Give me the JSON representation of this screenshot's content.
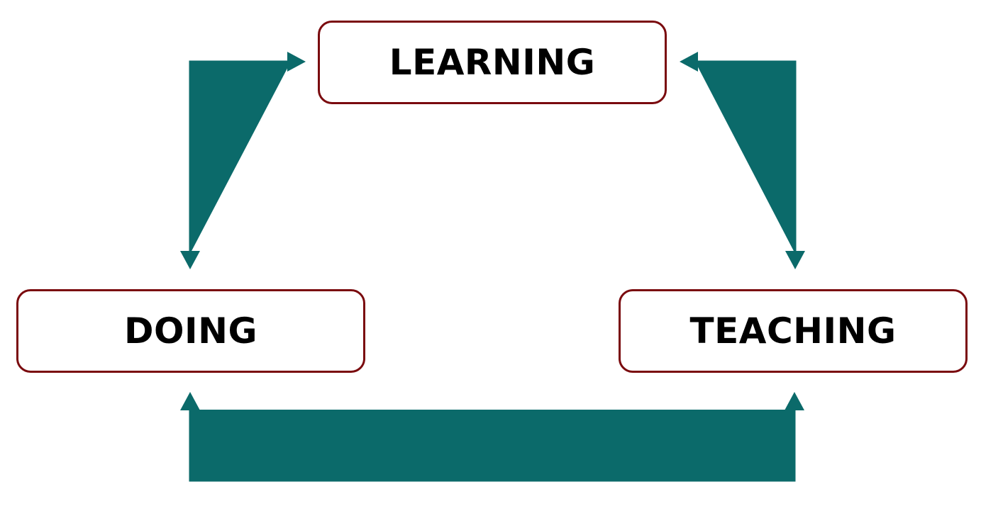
{
  "diagram": {
    "nodes": {
      "learning": "LEARNING",
      "doing": "DOING",
      "teaching": "TEACHING"
    },
    "connections": [
      {
        "from": "learning",
        "to": "doing",
        "bidirectional": true
      },
      {
        "from": "learning",
        "to": "teaching",
        "bidirectional": true
      },
      {
        "from": "doing",
        "to": "teaching",
        "bidirectional": true
      }
    ],
    "colors": {
      "node_border": "#7a0a0e",
      "arrow": "#0b6a6a",
      "text": "#000000",
      "background": "#ffffff"
    }
  }
}
